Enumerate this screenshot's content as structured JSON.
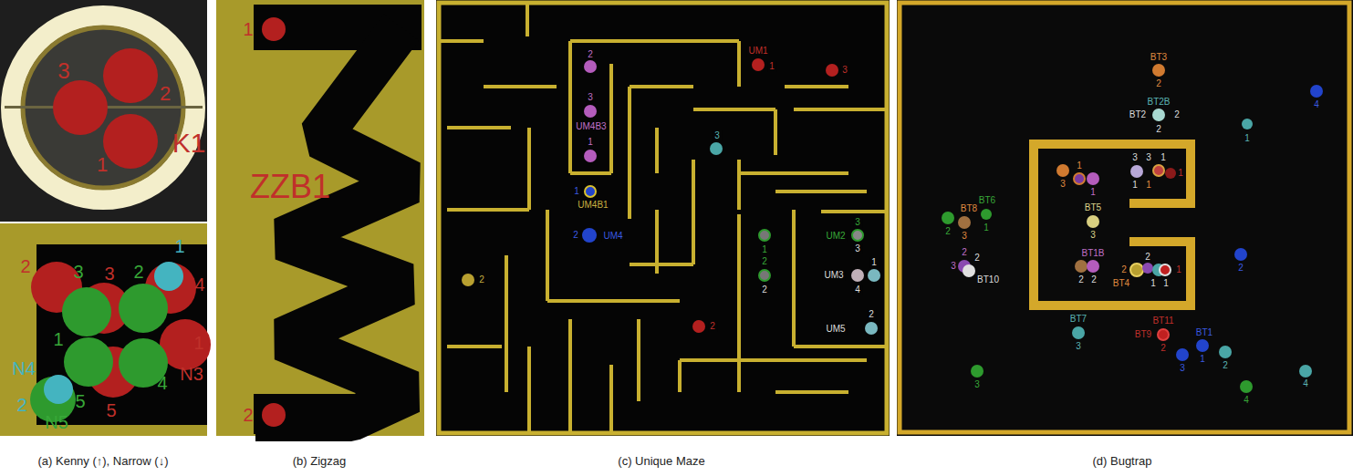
{
  "diagram": {
    "labels": [
      "3",
      "2",
      "1",
      "K1",
      "2",
      "3",
      "3",
      "2",
      "1",
      "4",
      "1",
      "1",
      "N3",
      "N4",
      "2",
      "5",
      "5",
      "4",
      "N5",
      "(a) Kenny (↑), Narrow (↓)",
      "1",
      "ZZB1",
      "2",
      "(b) Zigzag",
      "2",
      "3",
      "UM4B3",
      "1",
      "1",
      "UM4B1",
      "2",
      "UM4",
      "UM1",
      "1",
      "3",
      "3",
      "2",
      "1",
      "2",
      "2",
      "UM2",
      "3",
      "3",
      "UM3",
      "1",
      "4",
      "UM5",
      "2",
      "2",
      "(c) Unique Maze",
      "BT3",
      "2",
      "BT2B",
      "BT2",
      "2",
      "2",
      "4",
      "1",
      "3",
      "1",
      "1",
      "3",
      "3",
      "1",
      "1",
      "1",
      "1",
      "BT5",
      "3",
      "BT1B",
      "2",
      "2",
      "2",
      "2",
      "BT4",
      "1",
      "1",
      "1",
      "BT6",
      "1",
      "2",
      "BT8",
      "3",
      "2",
      "3",
      "2",
      "BT10",
      "2",
      "BT7",
      "3",
      "BT11",
      "BT9",
      "2",
      "BT1",
      "1",
      "3",
      "2",
      "3",
      "4",
      "4",
      "(d) Bugtrap"
    ]
  }
}
